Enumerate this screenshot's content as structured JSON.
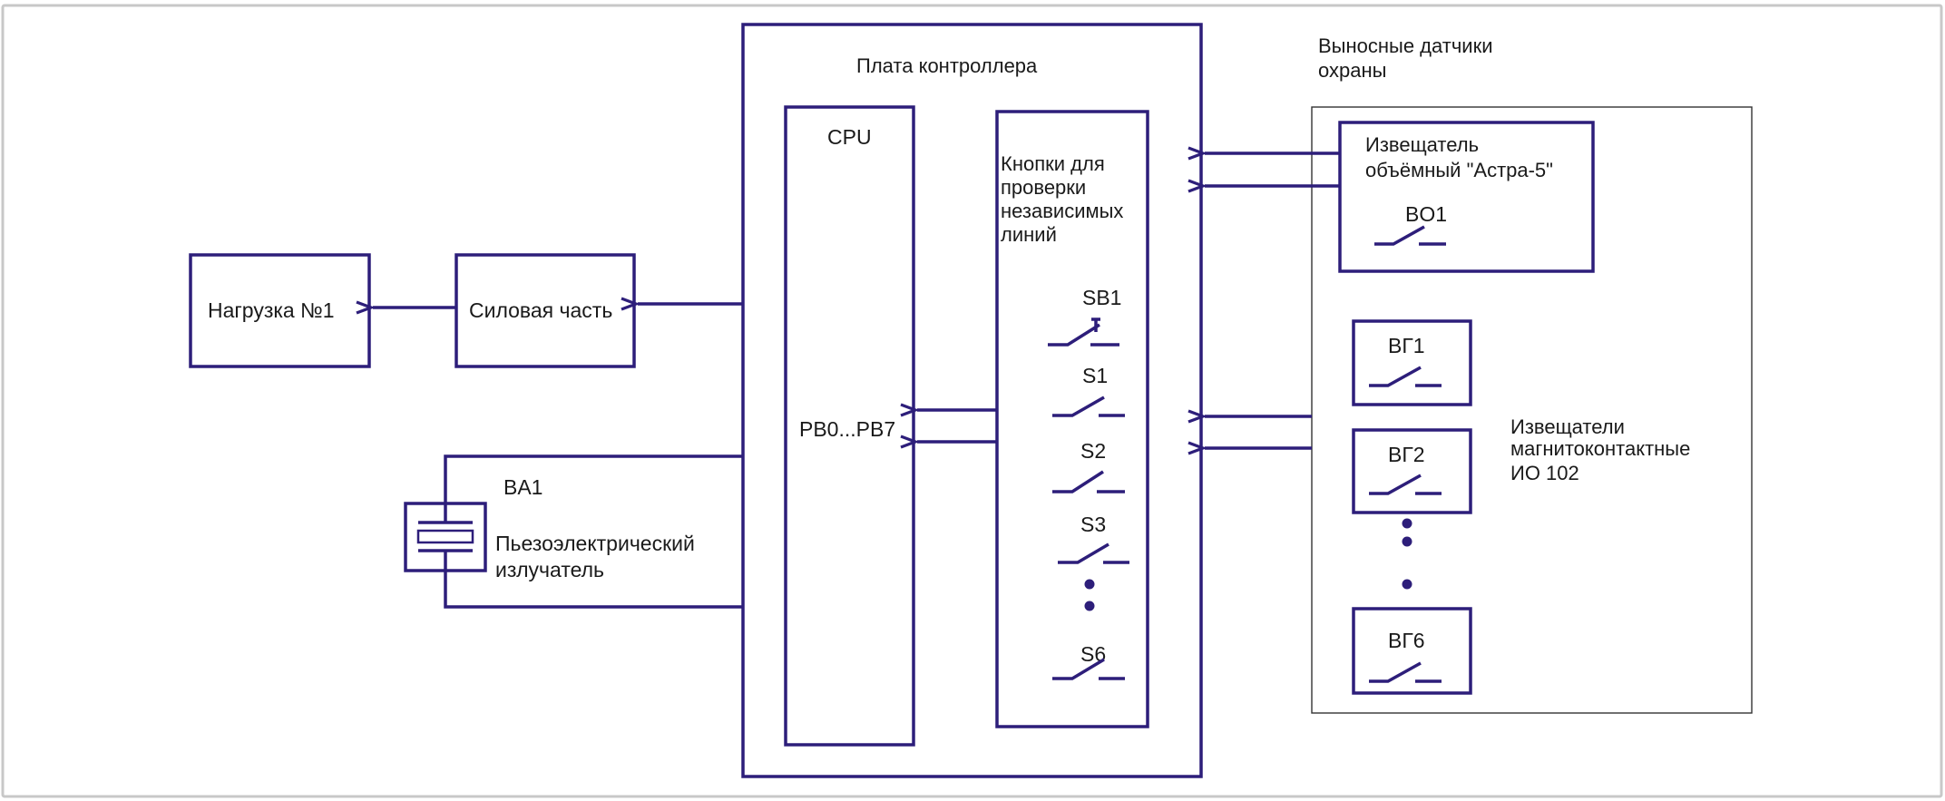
{
  "diagram": {
    "controller_board": {
      "title": "Плата контроллера"
    },
    "cpu": {
      "label": "CPU",
      "port_label": "PB0...PB7"
    },
    "buttons_block": {
      "label_lines": [
        "Кнопки для",
        "проверки",
        "независимых",
        "линий"
      ]
    },
    "switches": [
      "SB1",
      "S1",
      "S2",
      "S3",
      "S6"
    ],
    "load": {
      "label": "Нагрузка №1"
    },
    "power": {
      "label": "Силовая часть"
    },
    "emitter": {
      "ref": "BA1",
      "label_lines": [
        "Пьезоэлектрический",
        "излучатель"
      ]
    },
    "remote_sensors": {
      "title_lines": [
        "Выносные датчики",
        "охраны"
      ]
    },
    "volume_detector": {
      "label_lines": [
        "Извещатель",
        "объёмный \"Астра-5\""
      ],
      "ref": "BO1"
    },
    "magnetic_detectors": {
      "refs": [
        "ВГ1",
        "ВГ2",
        "ВГ6"
      ],
      "label_lines": [
        "Извещатели",
        "магнитоконтактные",
        "ИО 102"
      ]
    }
  },
  "colors": {
    "line": "#2d1e7a",
    "frame": "#c8c8c8",
    "text": "#1a1a1a"
  }
}
